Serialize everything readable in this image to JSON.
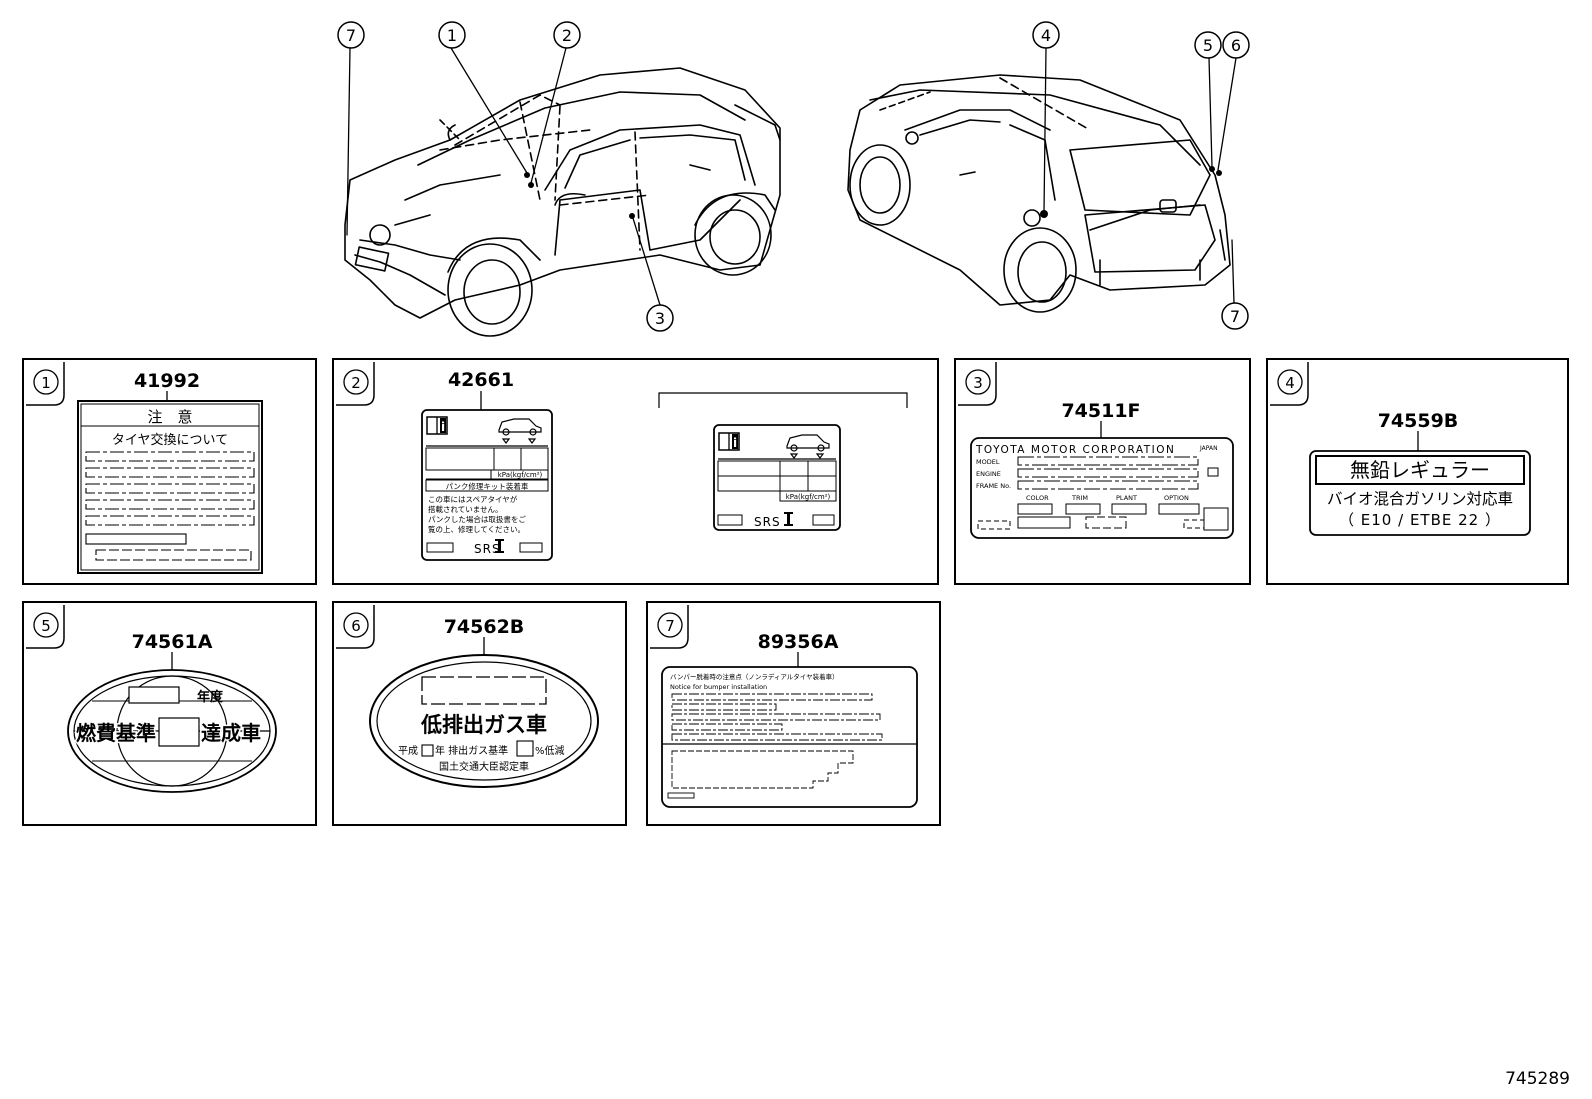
{
  "figure_id": "745289",
  "callouts": {
    "front": [
      "7",
      "1",
      "2",
      "3"
    ],
    "rear": [
      "4",
      "5",
      "6",
      "7"
    ]
  },
  "panels": [
    {
      "num": "1",
      "part": "41992",
      "label": {
        "title": "注　意",
        "subtitle": "タイヤ交換について"
      }
    },
    {
      "num": "2",
      "part": "42661",
      "label": {
        "text1": "パンク修理キット装着車",
        "text2": "この車にはスペアタイヤが",
        "text3": "搭載されていません。",
        "text4": "パンクした場合は取扱書をご",
        "text5": "覧の上、修理してください。",
        "unit": "kPa(kgf/cm²)",
        "srs": "SRS"
      },
      "label2": {
        "unit": "kPa(kgf/cm²)",
        "srs": "SRS"
      }
    },
    {
      "num": "3",
      "part": "74511F",
      "label": {
        "maker": "TOYOTA MOTOR CORPORATION",
        "country": "JAPAN",
        "model": "MODEL",
        "engine": "ENGINE",
        "frame": "FRAME No.",
        "color": "COLOR",
        "trim": "TRIM",
        "plant": "PLANT",
        "option": "OPTION"
      }
    },
    {
      "num": "4",
      "part": "74559B",
      "label": {
        "line1": "無鉛レギュラー",
        "line2": "バイオ混合ガソリン対応車",
        "line3": "（ E10 / ETBE 22 ）"
      }
    },
    {
      "num": "5",
      "part": "74561A",
      "label": {
        "year": "年度",
        "left": "燃費基準",
        "right": "達成車"
      }
    },
    {
      "num": "6",
      "part": "74562B",
      "label": {
        "main": "低排出ガス車",
        "sub_a": "平成",
        "sub_b": "年 排出ガス基準",
        "sub_c": "%低減",
        "footer": "国土交通大臣認定車"
      }
    },
    {
      "num": "7",
      "part": "89356A",
      "label": {
        "line1": "バンパー脱着時の注意点（ノンラディアルタイヤ装着車）",
        "line2": "Notice for bumper installation"
      }
    }
  ]
}
